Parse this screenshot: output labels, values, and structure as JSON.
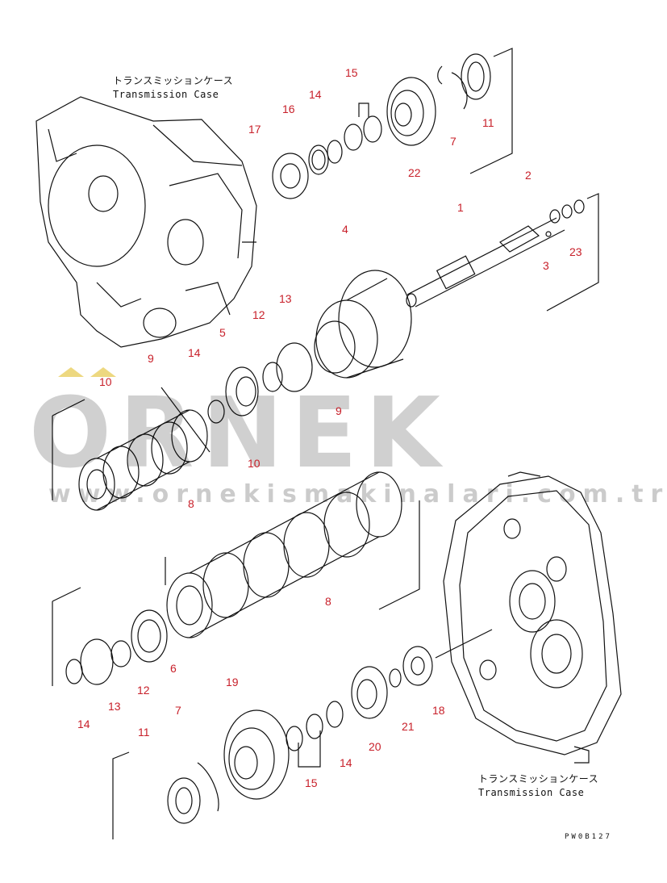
{
  "diagram": {
    "captions": {
      "top_jp": "トランスミッションケース",
      "top_en": "Transmission Case",
      "bottom_jp": "トランスミッションケース",
      "bottom_en": "Transmission Case"
    },
    "drawing_code": "PW0B127",
    "watermark": {
      "brand": "ORNEK",
      "url": "www.ornekismakinalari.com.tr"
    },
    "part_labels": {
      "p1": "1",
      "p2": "2",
      "p3": "3",
      "p4": "4",
      "p5": "5",
      "p6": "6",
      "p7a": "7",
      "p7b": "7",
      "p8a": "8",
      "p8b": "8",
      "p9a": "9",
      "p9b": "9",
      "p10a": "10",
      "p10b": "10",
      "p11a": "11",
      "p11b": "11",
      "p12a": "12",
      "p12b": "12",
      "p13a": "13",
      "p13b": "13",
      "p14a": "14",
      "p14b": "14",
      "p14c": "14",
      "p14d": "14",
      "p15a": "15",
      "p15b": "15",
      "p16": "16",
      "p17": "17",
      "p18": "18",
      "p19": "19",
      "p20": "20",
      "p21": "21",
      "p22": "22",
      "p23": "23"
    },
    "colors": {
      "label": "#c8202a",
      "line": "#111111",
      "watermark": "#000000"
    }
  }
}
